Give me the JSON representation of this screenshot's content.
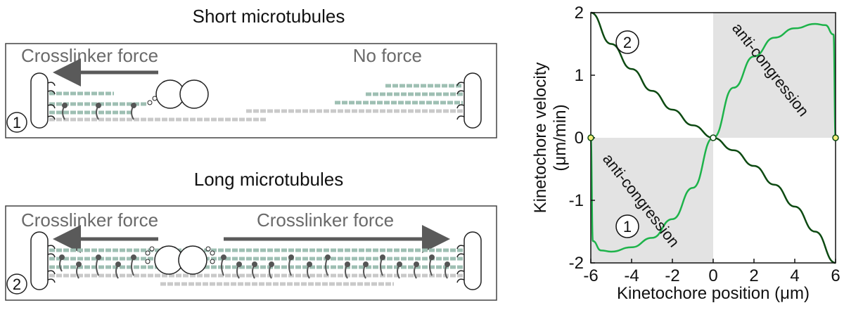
{
  "panels": {
    "short": {
      "title": "Short microtubules",
      "left_label": "Crosslinker force",
      "right_label": "No force",
      "badge": "1"
    },
    "long": {
      "title": "Long microtubules",
      "left_label": "Crosslinker force",
      "right_label": "Crosslinker force",
      "badge": "2"
    }
  },
  "colors": {
    "teal_fiber": "#9ebfb3",
    "grey_fiber": "#c9c9c9",
    "crosslinker": "#555555",
    "arrow": "#5a5a5a",
    "curve_light": "#1db34a",
    "curve_dark": "#0d4a12",
    "shade": "#e3e3e3",
    "marker": "#f2ee7a"
  },
  "chart_data": {
    "type": "line",
    "xlabel": "Kinetochore position (μm)",
    "ylabel_line1": "Kinetochore velocity",
    "ylabel_line2": "(μm/min)",
    "xlim": [
      -6,
      6
    ],
    "ylim": [
      -2,
      2
    ],
    "xticks": [
      -6,
      -4,
      -2,
      0,
      2,
      4,
      6
    ],
    "yticks": [
      2,
      1,
      0,
      -1,
      -2
    ],
    "shaded_regions": [
      {
        "x": [
          -6,
          0
        ],
        "y": [
          -2,
          0
        ],
        "label": "anti-congression"
      },
      {
        "x": [
          0,
          6
        ],
        "y": [
          0,
          2
        ],
        "label": "anti-congression"
      }
    ],
    "series": [
      {
        "badge": "1",
        "color": "#1db34a",
        "x": [
          -6,
          -5.9,
          -5.5,
          -5,
          -4,
          -3,
          -2,
          -1,
          0,
          1,
          2,
          3,
          4,
          5,
          5.5,
          5.9,
          6
        ],
        "y": [
          0,
          -1.65,
          -1.8,
          -1.82,
          -1.75,
          -1.6,
          -1.3,
          -0.8,
          0,
          0.8,
          1.3,
          1.6,
          1.75,
          1.82,
          1.8,
          1.65,
          0
        ]
      },
      {
        "badge": "2",
        "color": "#0d4a12",
        "x": [
          -6,
          -5,
          -4,
          -3,
          -2,
          -1,
          0,
          1,
          2,
          3,
          4,
          5,
          6
        ],
        "y": [
          2,
          1.5,
          1.1,
          0.75,
          0.45,
          0.2,
          0,
          -0.2,
          -0.45,
          -0.75,
          -1.1,
          -1.5,
          -2
        ]
      }
    ],
    "fixed_points": [
      {
        "x": -6,
        "y": 0,
        "kind": "stable"
      },
      {
        "x": 0,
        "y": 0,
        "kind": "unstable"
      },
      {
        "x": 6,
        "y": 0,
        "kind": "stable"
      }
    ]
  }
}
